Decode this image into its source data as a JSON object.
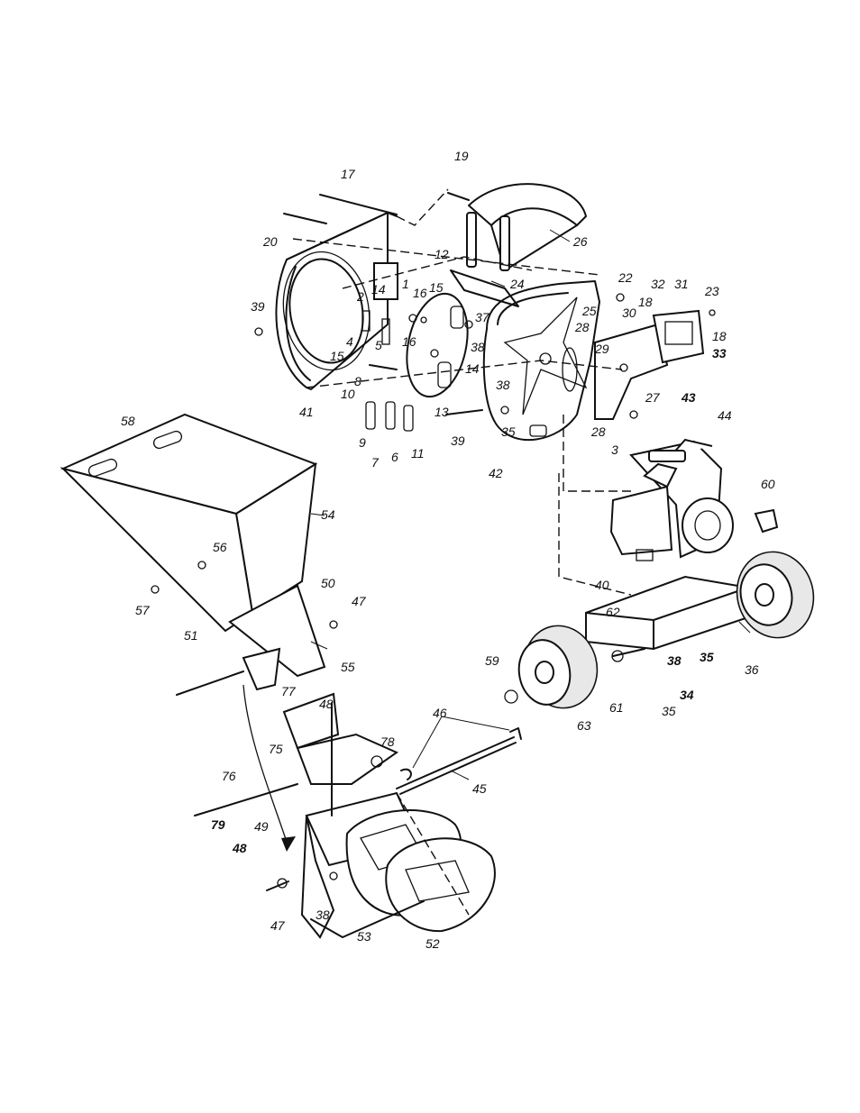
{
  "labels": {
    "p1": "1",
    "p2": "2",
    "p3": "3",
    "p4": "4",
    "p5": "5",
    "p6": "6",
    "p7": "7",
    "p8": "8",
    "p9": "9",
    "p10": "10",
    "p11": "11",
    "p12": "12",
    "p13": "13",
    "p14a": "14",
    "p14b": "14",
    "p15a": "15",
    "p15b": "15",
    "p16a": "16",
    "p16b": "16",
    "p17": "17",
    "p18a": "18",
    "p18b": "18",
    "p19": "19",
    "p20": "20",
    "p22": "22",
    "p23": "23",
    "p24": "24",
    "p25": "25",
    "p26": "26",
    "p27": "27",
    "p28a": "28",
    "p28b": "28",
    "p29": "29",
    "p30": "30",
    "p31": "31",
    "p32": "32",
    "p33": "33",
    "p34": "34",
    "p35a": "35",
    "p35b": "35",
    "p35c": "35",
    "p36": "36",
    "p37": "37",
    "p38a": "38",
    "p38b": "38",
    "p38c": "38",
    "p38d": "38",
    "p39a": "39",
    "p39b": "39",
    "p40": "40",
    "p41": "41",
    "p42": "42",
    "p43": "43",
    "p44": "44",
    "p45": "45",
    "p46": "46",
    "p47a": "47",
    "p47b": "47",
    "p48a": "48",
    "p48b": "48",
    "p49": "49",
    "p50": "50",
    "p51": "51",
    "p52": "52",
    "p53": "53",
    "p54": "54",
    "p55": "55",
    "p56": "56",
    "p57": "57",
    "p58": "58",
    "p59": "59",
    "p60": "60",
    "p61": "61",
    "p62": "62",
    "p63": "63",
    "p75": "75",
    "p76": "76",
    "p77": "77",
    "p78": "78",
    "p79": "79"
  }
}
